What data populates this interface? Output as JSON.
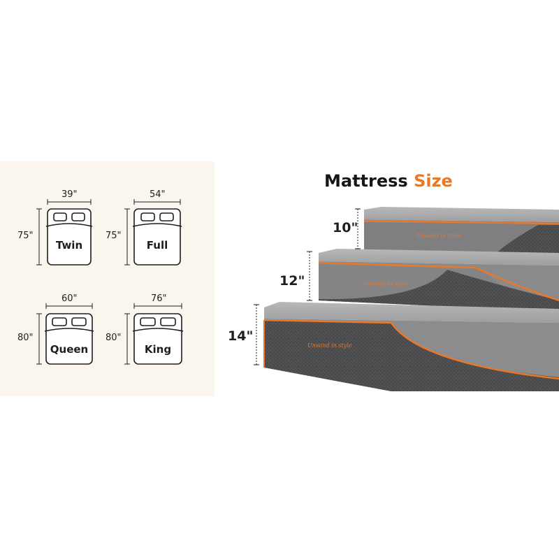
{
  "title": {
    "main": "Mattress",
    "accent": "Size"
  },
  "beds": [
    {
      "name": "Twin",
      "width": "39\"",
      "length": "75\""
    },
    {
      "name": "Full",
      "width": "54\"",
      "length": "75\""
    },
    {
      "name": "Queen",
      "width": "60\"",
      "length": "80\""
    },
    {
      "name": "King",
      "width": "76\"",
      "length": "80\""
    }
  ],
  "heights": [
    "10\"",
    "12\"",
    "14\""
  ],
  "brand_text": "Unwind in style",
  "colors": {
    "accent": "#e8782a",
    "foam_top": "#a8a8aa",
    "cover_side": "#4a4a4c",
    "panel_bg": "#faf6ee"
  }
}
